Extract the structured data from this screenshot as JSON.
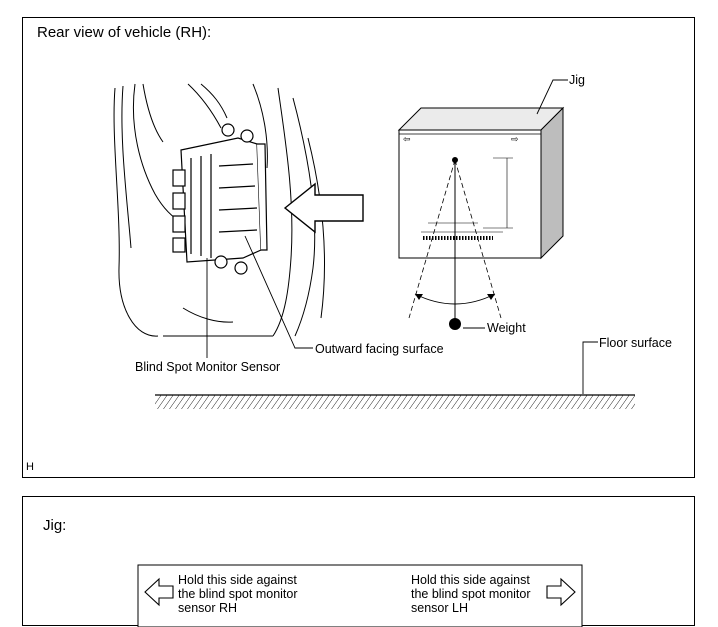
{
  "top_panel": {
    "title": "Rear view of vehicle (RH):",
    "corner_mark": "H",
    "labels": {
      "jig": "Jig",
      "weight": "Weight",
      "floor": "Floor surface",
      "sensor": "Blind Spot Monitor Sensor",
      "outward": "Outward facing surface"
    }
  },
  "bottom_panel": {
    "title": "Jig:",
    "left_text": [
      "Hold this side against",
      "the blind spot monitor",
      "sensor RH"
    ],
    "right_text": [
      "Hold this side against",
      "the blind spot monitor",
      "sensor LH"
    ]
  }
}
